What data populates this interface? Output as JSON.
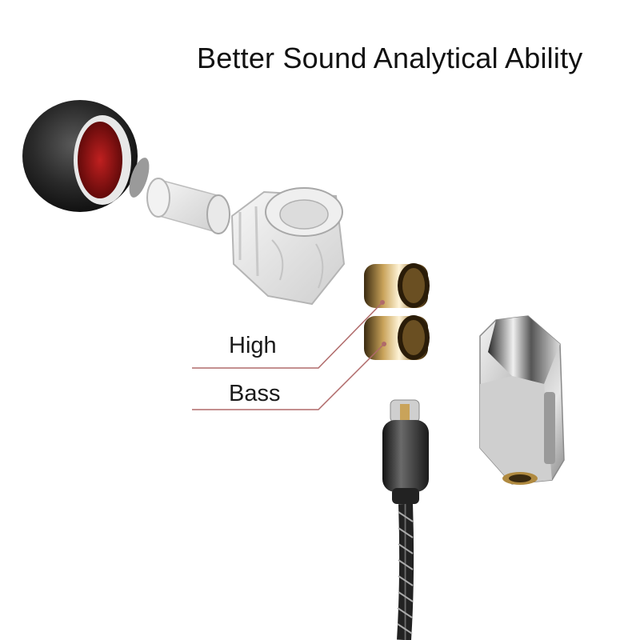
{
  "title": "Better Sound Analytical Ability",
  "callouts": {
    "high": "High",
    "bass": "Bass"
  },
  "colors": {
    "leader_line": "#b06a6a",
    "eartip_red": "#8a1414",
    "driver_gold": "#a07a3a",
    "housing_silver": "#c8c8c8"
  },
  "parts": [
    "ear-tip",
    "mesh-filter",
    "sound-tube",
    "cavity-shell",
    "high-driver",
    "bass-driver",
    "mmcx-connector",
    "braided-cable",
    "metal-housing"
  ]
}
